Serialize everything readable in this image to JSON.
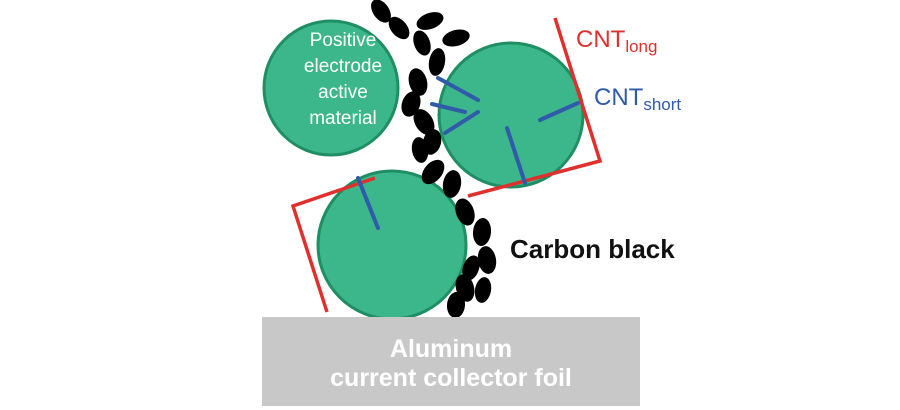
{
  "labels": {
    "particle": [
      "Positive",
      "electrode",
      "active",
      "material"
    ],
    "cnt_long_main": "CNT",
    "cnt_long_sub": "long",
    "cnt_short_main": "CNT",
    "cnt_short_sub": "short",
    "carbon_black": "Carbon black",
    "foil": [
      "Aluminum",
      "current collector foil"
    ]
  },
  "colors": {
    "particle_fill": "#3cb78b",
    "particle_stroke": "#1f8f63",
    "cnt_long": "#e0302e",
    "cnt_short": "#2f5ba8",
    "carbon_black": "#000000",
    "foil": "#c8c8c8"
  }
}
